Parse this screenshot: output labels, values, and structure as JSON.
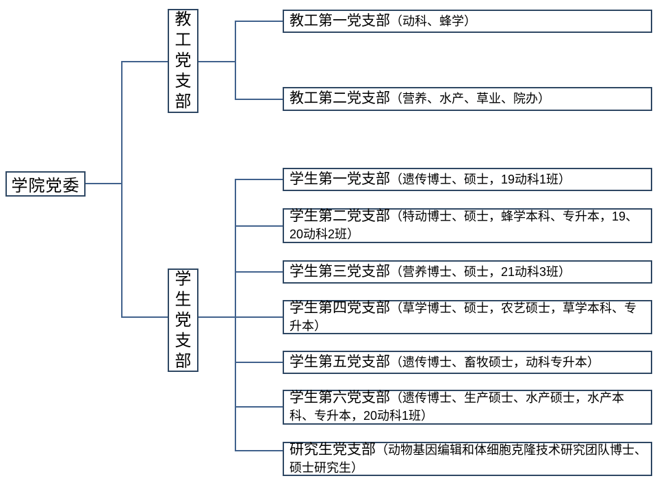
{
  "colors": {
    "box_border": "#2e4763",
    "connector_line": "#40618c",
    "text": "#000000",
    "background": "#ffffff"
  },
  "org_chart": {
    "type": "org-tree-diagram",
    "root": {
      "label": "学院党委"
    },
    "groups": [
      {
        "label": "教工党支部",
        "children": [
          {
            "name": "教工第一党支部",
            "detail": "（动科、蜂学）"
          },
          {
            "name": "教工第二党支部",
            "detail": "（营养、水产、草业、院办）"
          }
        ]
      },
      {
        "label": "学生党支部",
        "children": [
          {
            "name": "学生第一党支部",
            "detail": "（遗传博士、硕士，19动科1班）"
          },
          {
            "name": "学生第二党支部",
            "detail": "（特动博士、硕士，蜂学本科、专升本，19、20动科2班）"
          },
          {
            "name": "学生第三党支部",
            "detail": "（营养博士、硕士，21动科3班）"
          },
          {
            "name": "学生第四党支部",
            "detail": "（草学博士、硕士，农艺硕士，草学本科、专升本）"
          },
          {
            "name": "学生第五党支部",
            "detail": "（遗传博士、畜牧硕士，动科专升本）"
          },
          {
            "name": "学生第六党支部",
            "detail": "（遗传博士、生产硕士、水产硕士，水产本科、专升本，20动科1班）"
          },
          {
            "name": "研究生党支部",
            "detail": "（动物基因编辑和体细胞克隆技术研究团队博士、硕士研究生）"
          }
        ]
      }
    ]
  }
}
